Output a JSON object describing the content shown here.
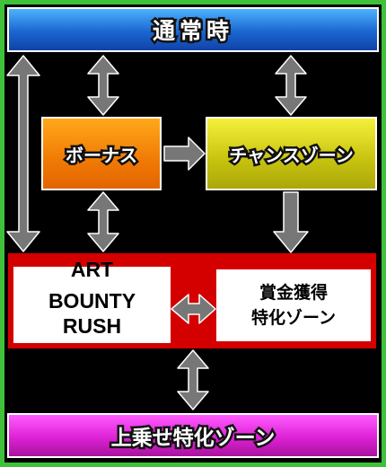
{
  "nodes": {
    "normal": "通常時",
    "bonus": "ボーナス",
    "chance_zone": "チャンスゾーン",
    "art_label": "ART",
    "art_name_line1": "BOUNTY",
    "art_name_line2": "RUSH",
    "reward_zone_line1": "賞金獲得",
    "reward_zone_line2": "特化ゾーン",
    "stack_zone": "上乗せ特化ゾーン"
  },
  "colors": {
    "frame": "#3fc23a",
    "normal_bar": "#1a66d0",
    "bonus": "#f07a05",
    "chance_zone": "#c6c20f",
    "art_band": "#d40000",
    "stack_zone_bar": "#dd22d6",
    "arrow": "#777777"
  }
}
